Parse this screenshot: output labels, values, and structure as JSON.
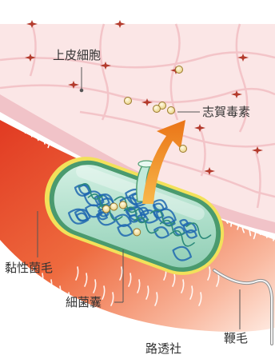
{
  "labels": {
    "epithelial_cells": "上皮細胞",
    "shiga_toxin": "志賀毒素",
    "adhesive_pili": "黏性菌毛",
    "bacterial_capsule": "細菌囊",
    "flagellum": "鞭毛",
    "source": "路透社"
  },
  "colors": {
    "cell_fill": "#fbe3e3",
    "cell_border": "#f2c2c6",
    "junction": "#b0322c",
    "tissue_red": "#e64a2b",
    "tissue_pale": "#fbd6c8",
    "bacterium_body": "#bfe6d6",
    "bacterium_rim": "#4f9e72",
    "capsule_band": "#f4e25a",
    "dna": "#1f67b0",
    "toxin": "#f7e3a1",
    "arrow": "#f08a1c",
    "leader": "#555555"
  }
}
